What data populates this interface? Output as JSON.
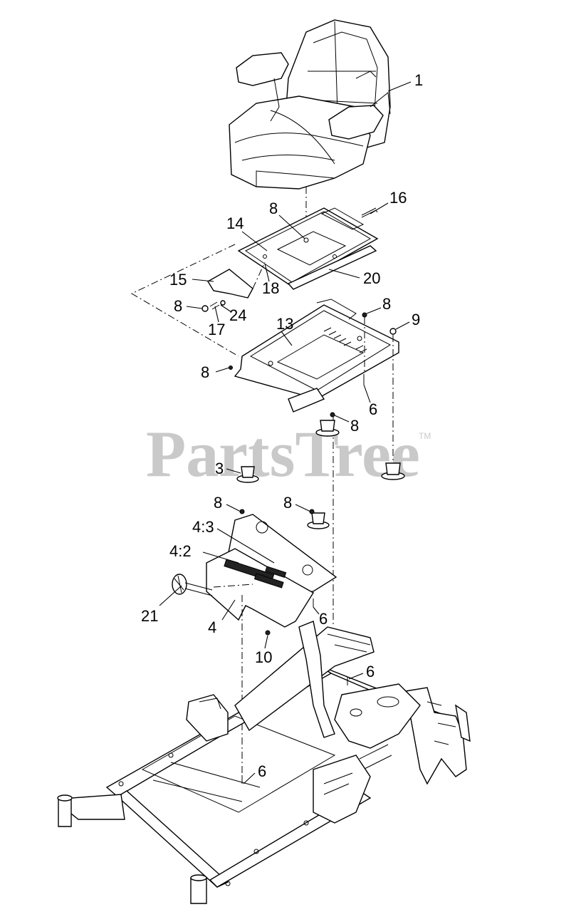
{
  "watermark": {
    "text": "PartsTree",
    "tm": "TM"
  },
  "labels": {
    "l1": "1",
    "l16": "16",
    "l8a": "8",
    "l14": "14",
    "l20": "20",
    "l15": "15",
    "l18": "18",
    "l8b": "8",
    "l24": "24",
    "l17": "17",
    "l8c": "8",
    "l9": "9",
    "l13": "13",
    "l8d": "8",
    "l6a": "6",
    "l8e": "8",
    "l3": "3",
    "l8f": "8",
    "l8g": "8",
    "l43": "4:3",
    "l42": "4:2",
    "l21": "21",
    "l4": "4",
    "l6b": "6",
    "l10": "10",
    "l6c": "6",
    "l6d": "6"
  }
}
